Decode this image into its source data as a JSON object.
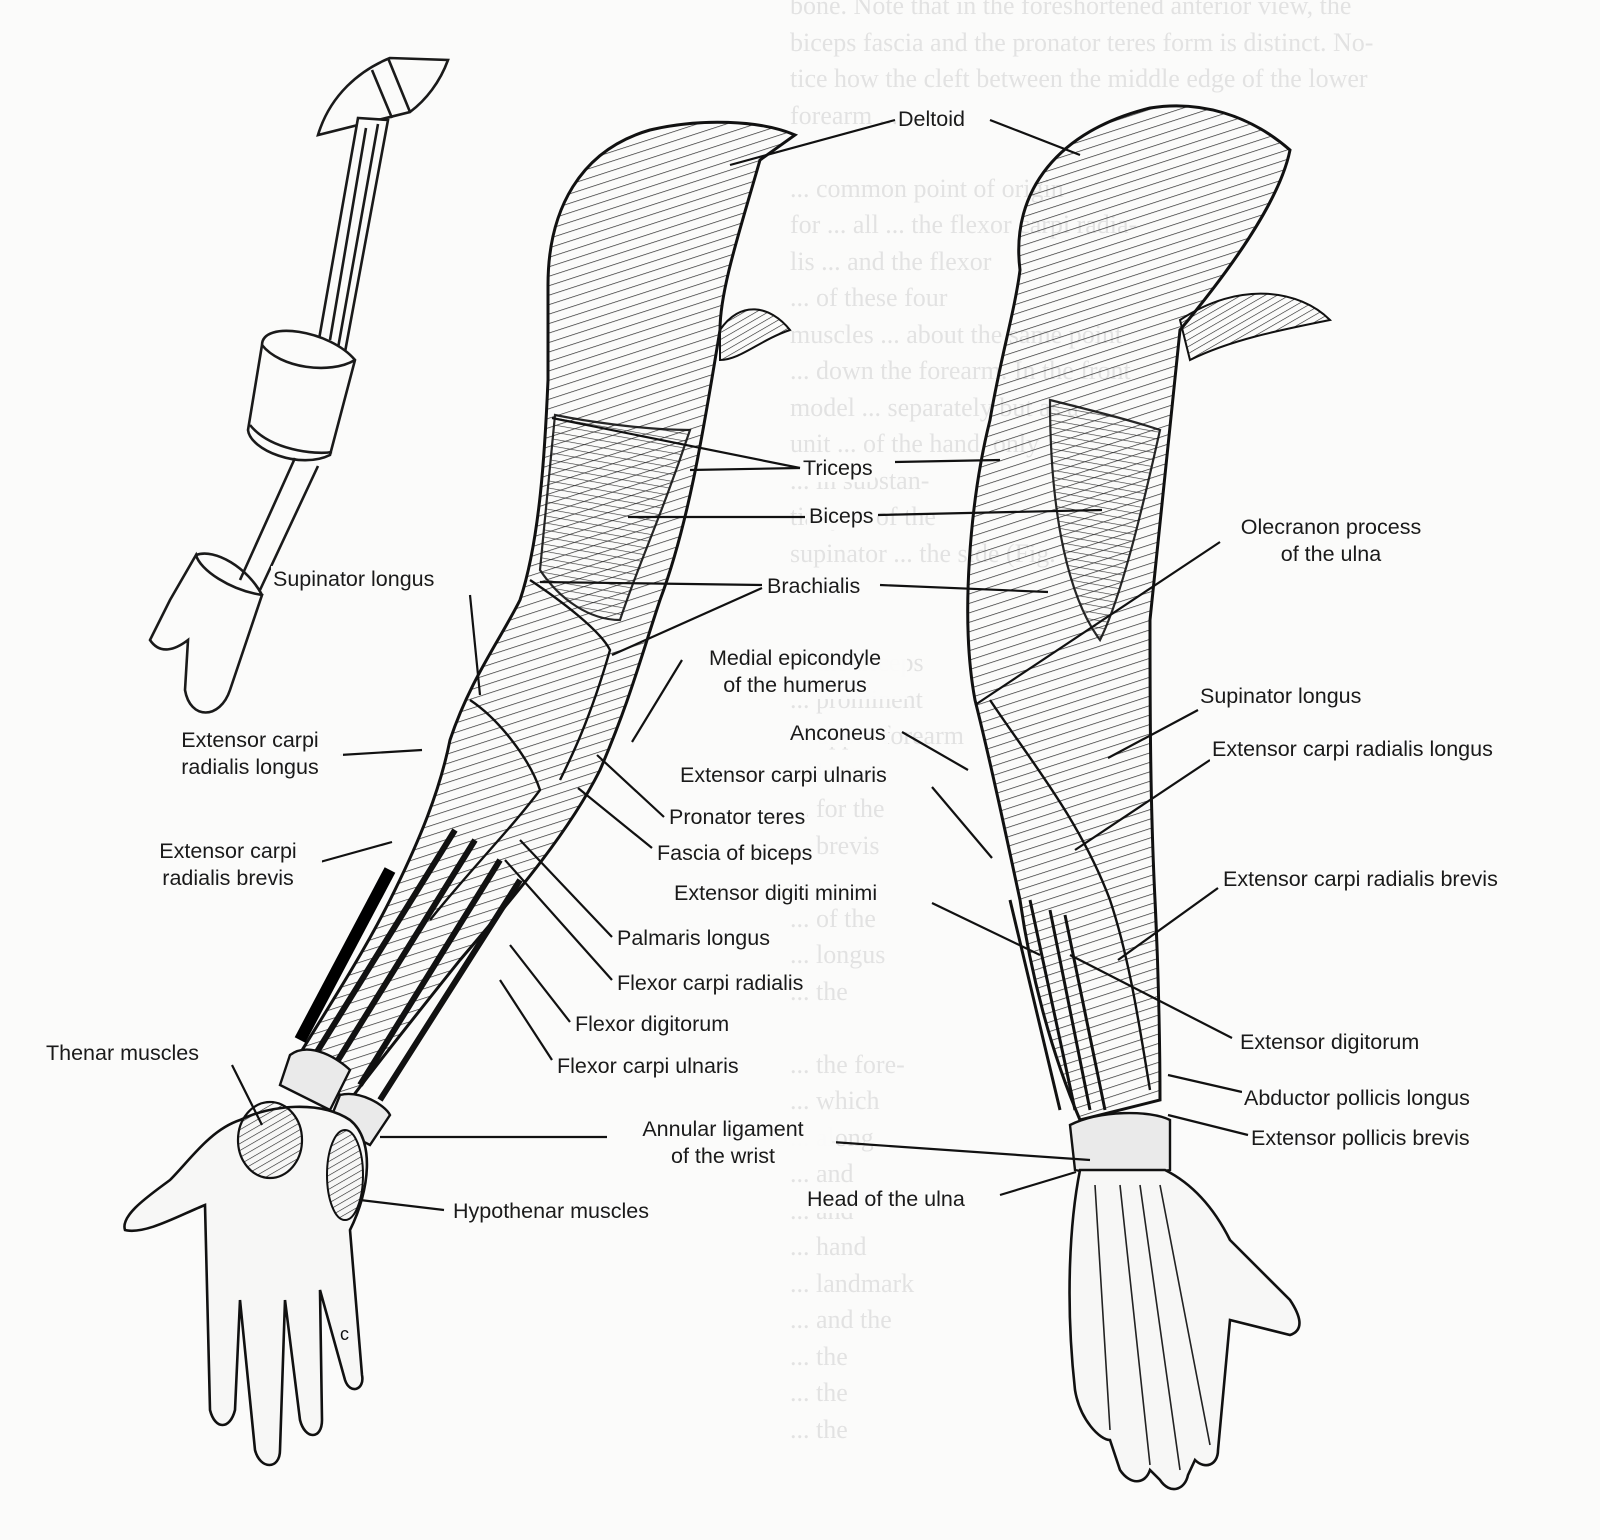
{
  "labels": {
    "deltoid": "Deltoid",
    "triceps": "Triceps",
    "biceps": "Biceps",
    "brachialis": "Brachialis",
    "supinator_longus_left": "Supinator longus",
    "medial_epicondyle_l1": "Medial epicondyle",
    "medial_epicondyle_l2": "of the humerus",
    "ecrl_left_l1": "Extensor carpi",
    "ecrl_left_l2": "radialis longus",
    "ecrb_left_l1": "Extensor carpi",
    "ecrb_left_l2": "radialis brevis",
    "anconeus": "Anconeus",
    "extensor_carpi_ulnaris": "Extensor carpi ulnaris",
    "pronator_teres": "Pronator teres",
    "fascia_of_biceps": "Fascia of biceps",
    "extensor_digiti_minimi": "Extensor digiti minimi",
    "palmaris_longus": "Palmaris longus",
    "flexor_carpi_radialis": "Flexor carpi radialis",
    "flexor_digitorum": "Flexor digitorum",
    "flexor_carpi_ulnaris": "Flexor carpi ulnaris",
    "thenar_muscles": "Thenar muscles",
    "annular_ligament_l1": "Annular ligament",
    "annular_ligament_l2": "of the wrist",
    "hypothenar_muscles": "Hypothenar muscles",
    "head_of_ulna": "Head of the ulna",
    "olecranon_l1": "Olecranon process",
    "olecranon_l2": "of the ulna",
    "supinator_longus_right": "Supinator longus",
    "ecrl_right": "Extensor carpi radialis longus",
    "ecrb_right": "Extensor carpi radialis brevis",
    "extensor_digitorum": "Extensor digitorum",
    "abductor_pollicis_longus": "Abductor pollicis longus",
    "extensor_pollicis_brevis": "Extensor pollicis brevis"
  },
  "background_text": "bone. Note that in the foreshortened anterior view, the\nbiceps fascia and the pronator teres form is distinct. No-\ntice how the cleft between the middle edge of the lower\nforearm ...\n\n... common point of origin\nfor ... all ... the flexor carpi radia-\nlis ... and the flexor\n... of these four\nmuscles ... about the same point\n... down the forearm. In the front\nmodel ... separately but as a\nunit ... of the hand, only\n... in substan-\ntially ... of the\nsupinator ... the side (Fig.\n...\n\n... the triceps\n... prominent\n... upper forearm\n... large\n... for the\n... brevis\n\n... of the\n... longus\n... the\n\n... the fore-\n... which\n... along\n... and\n... and\n... hand\n... landmark\n... and the\n... the\n... the\n... the"
}
